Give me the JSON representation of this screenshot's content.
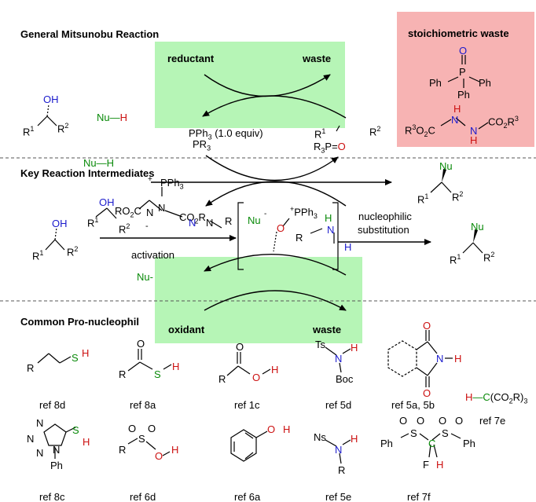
{
  "headers": {
    "general": "General Mitsunobu Reaction",
    "intermediates": "Key Reaction Intermediates",
    "pronucleophiles": "Common Pro-nucleophil"
  },
  "boxes": {
    "reductant": "reductant",
    "waste_top": "waste",
    "oxidant": "oxidant",
    "waste_bottom": "waste",
    "stoich": "stoichiometric waste",
    "green": "#b6f5b6",
    "red": "#f7b3b3"
  },
  "reaction_top": {
    "reagent1": "PPh3 (1.0 equiv)",
    "reagent2": "PR3",
    "oxide": "R3P=O",
    "nu_h": "Nu—H",
    "nu_h2": "Nu—H"
  },
  "intermediates": {
    "activation": "activation",
    "nucleophilic": "nucleophilic",
    "substitution": "substitution",
    "nu_minus": "Nu",
    "nu_lower": "Nu-"
  },
  "refs": [
    "ref 8d",
    "ref 8a",
    "ref 1c",
    "ref 5d",
    "ref 5a, 5b",
    "ref 7e",
    "ref 8c",
    "ref 6d",
    "ref 6a",
    "ref 5e",
    "ref 7f"
  ],
  "colors": {
    "blue": "#1a1acc",
    "green": "#0a8a0a",
    "red": "#cc1111"
  }
}
